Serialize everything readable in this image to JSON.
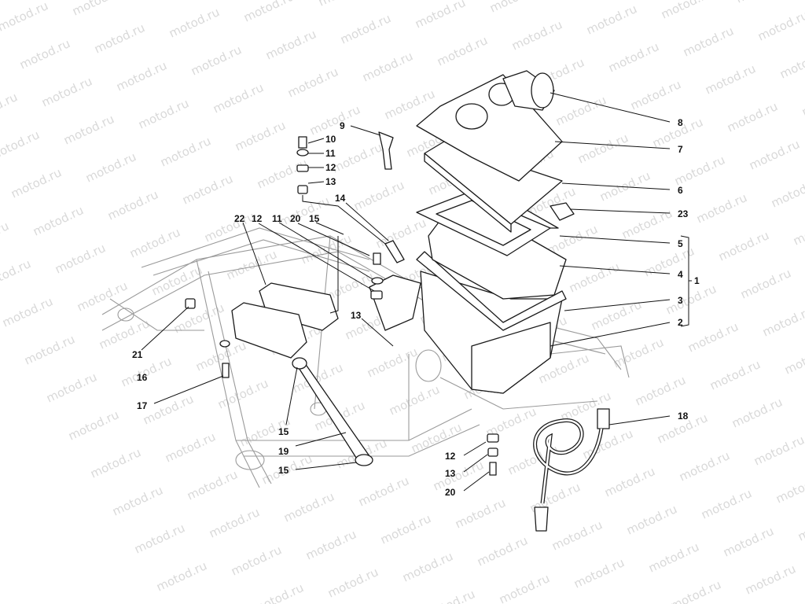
{
  "watermark": {
    "text": "motod.ru"
  },
  "callouts": [
    {
      "id": "c8",
      "label": "8"
    },
    {
      "id": "c7",
      "label": "7"
    },
    {
      "id": "c6",
      "label": "6"
    },
    {
      "id": "c23",
      "label": "23"
    },
    {
      "id": "c5",
      "label": "5"
    },
    {
      "id": "c4",
      "label": "4"
    },
    {
      "id": "c1",
      "label": "1"
    },
    {
      "id": "c3",
      "label": "3"
    },
    {
      "id": "c2",
      "label": "2"
    },
    {
      "id": "c18",
      "label": "18"
    },
    {
      "id": "c9",
      "label": "9"
    },
    {
      "id": "c10",
      "label": "10"
    },
    {
      "id": "c11a",
      "label": "11"
    },
    {
      "id": "c12a",
      "label": "12"
    },
    {
      "id": "c13a",
      "label": "13"
    },
    {
      "id": "c14",
      "label": "14"
    },
    {
      "id": "c22",
      "label": "22"
    },
    {
      "id": "c12b",
      "label": "12"
    },
    {
      "id": "c11b",
      "label": "11"
    },
    {
      "id": "c20a",
      "label": "20"
    },
    {
      "id": "c15a",
      "label": "15"
    },
    {
      "id": "c13b",
      "label": "13"
    },
    {
      "id": "c21",
      "label": "21"
    },
    {
      "id": "c16",
      "label": "16"
    },
    {
      "id": "c17",
      "label": "17"
    },
    {
      "id": "c15b",
      "label": "15"
    },
    {
      "id": "c19",
      "label": "19"
    },
    {
      "id": "c15c",
      "label": "15"
    },
    {
      "id": "c12c",
      "label": "12"
    },
    {
      "id": "c13c",
      "label": "13"
    },
    {
      "id": "c20b",
      "label": "20"
    }
  ]
}
